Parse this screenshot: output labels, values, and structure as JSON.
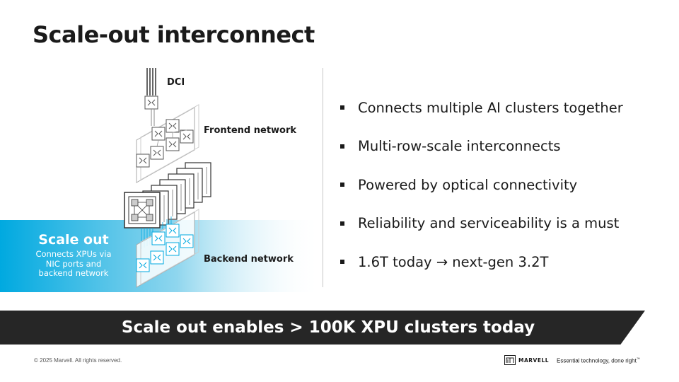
{
  "slide": {
    "title": "Scale-out interconnect"
  },
  "diagram": {
    "dci_label": "DCI",
    "frontend_label": "Frontend network",
    "backend_label": "Backend network",
    "scale_out_title": "Scale out",
    "scale_out_desc": "Connects XPUs via NIC ports and backend network",
    "accent_color": "#00a9e0"
  },
  "bullets": [
    "Connects multiple AI clusters together",
    "Multi-row-scale interconnects",
    "Powered by optical connectivity",
    "Reliability and serviceability is a must",
    "1.6T today → next-gen 3.2T"
  ],
  "banner": {
    "text": "Scale out enables > 100K XPU clusters today",
    "color": "#262626"
  },
  "footer": {
    "copyright": "© 2025 Marvell. All rights reserved.",
    "logo_text": "MARVELL",
    "tagline": "Essential technology, done right",
    "tagline_mark": "™"
  }
}
